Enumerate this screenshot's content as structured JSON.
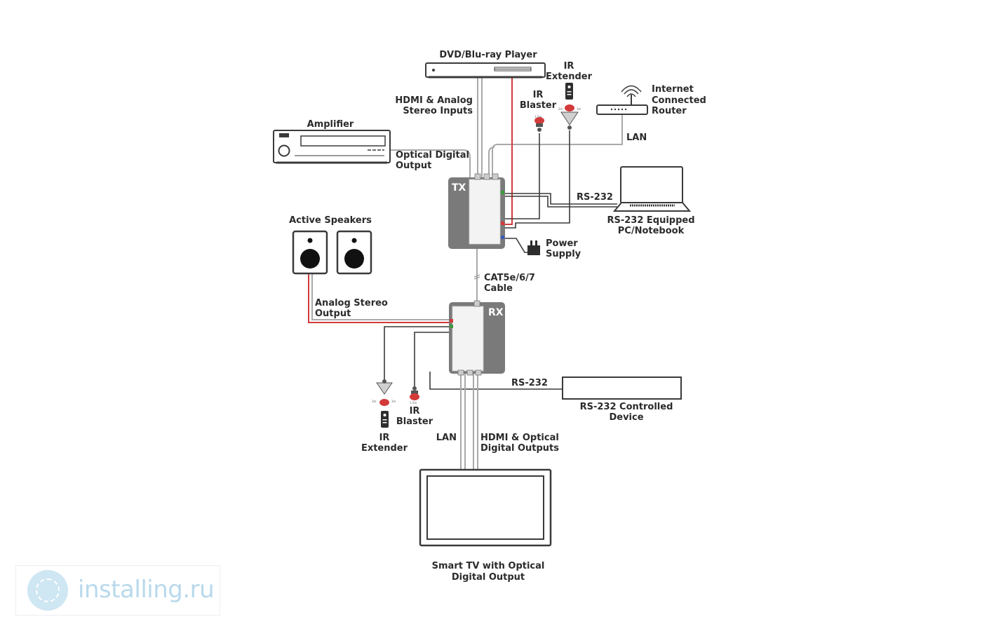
{
  "labels": {
    "dvd_player": "DVD/Blu-ray Player",
    "ir_extender_top_1": "IR",
    "ir_extender_top_2": "Extender",
    "internet_router_1": "Internet",
    "internet_router_2": "Connected",
    "internet_router_3": "Router",
    "ir_blaster_top_1": "IR",
    "ir_blaster_top_2": "Blaster",
    "hdmi_analog_inputs_1": "HDMI & Analog",
    "hdmi_analog_inputs_2": "Stereo Inputs",
    "amplifier": "Amplifier",
    "lan_top": "LAN",
    "optical_output_1": "Optical Digital",
    "optical_output_2": "Output",
    "tx": "TX",
    "rs232_top": "RS-232",
    "rs232_pc_1": "RS-232 Equipped",
    "rs232_pc_2": "PC/Notebook",
    "active_speakers": "Active Speakers",
    "power_supply_1": "Power",
    "power_supply_2": "Supply",
    "cat_cable_1": "CAT5e/6/7",
    "cat_cable_2": "Cable",
    "analog_stereo_1": "Analog Stereo",
    "analog_stereo_2": "Output",
    "rx": "RX",
    "rs232_bottom": "RS-232",
    "rs232_device_1": "RS-232 Controlled",
    "rs232_device_2": "Device",
    "ir_blaster_bottom_1": "IR",
    "ir_blaster_bottom_2": "Blaster",
    "ir_extender_bottom_1": "IR",
    "ir_extender_bottom_2": "Extender",
    "lan_bottom": "LAN",
    "hdmi_optical_outputs_1": "HDMI & Optical",
    "hdmi_optical_outputs_2": "Digital Outputs",
    "smart_tv_1": "Smart TV with Optical",
    "smart_tv_2": "Digital Output"
  },
  "watermark": {
    "text": "installing.ru"
  },
  "colors": {
    "cable_gray": "#a9a9a9",
    "cable_black": "#3a3a3a",
    "cable_red": "#d33a3a",
    "unit_body": "#7a7a7a"
  }
}
